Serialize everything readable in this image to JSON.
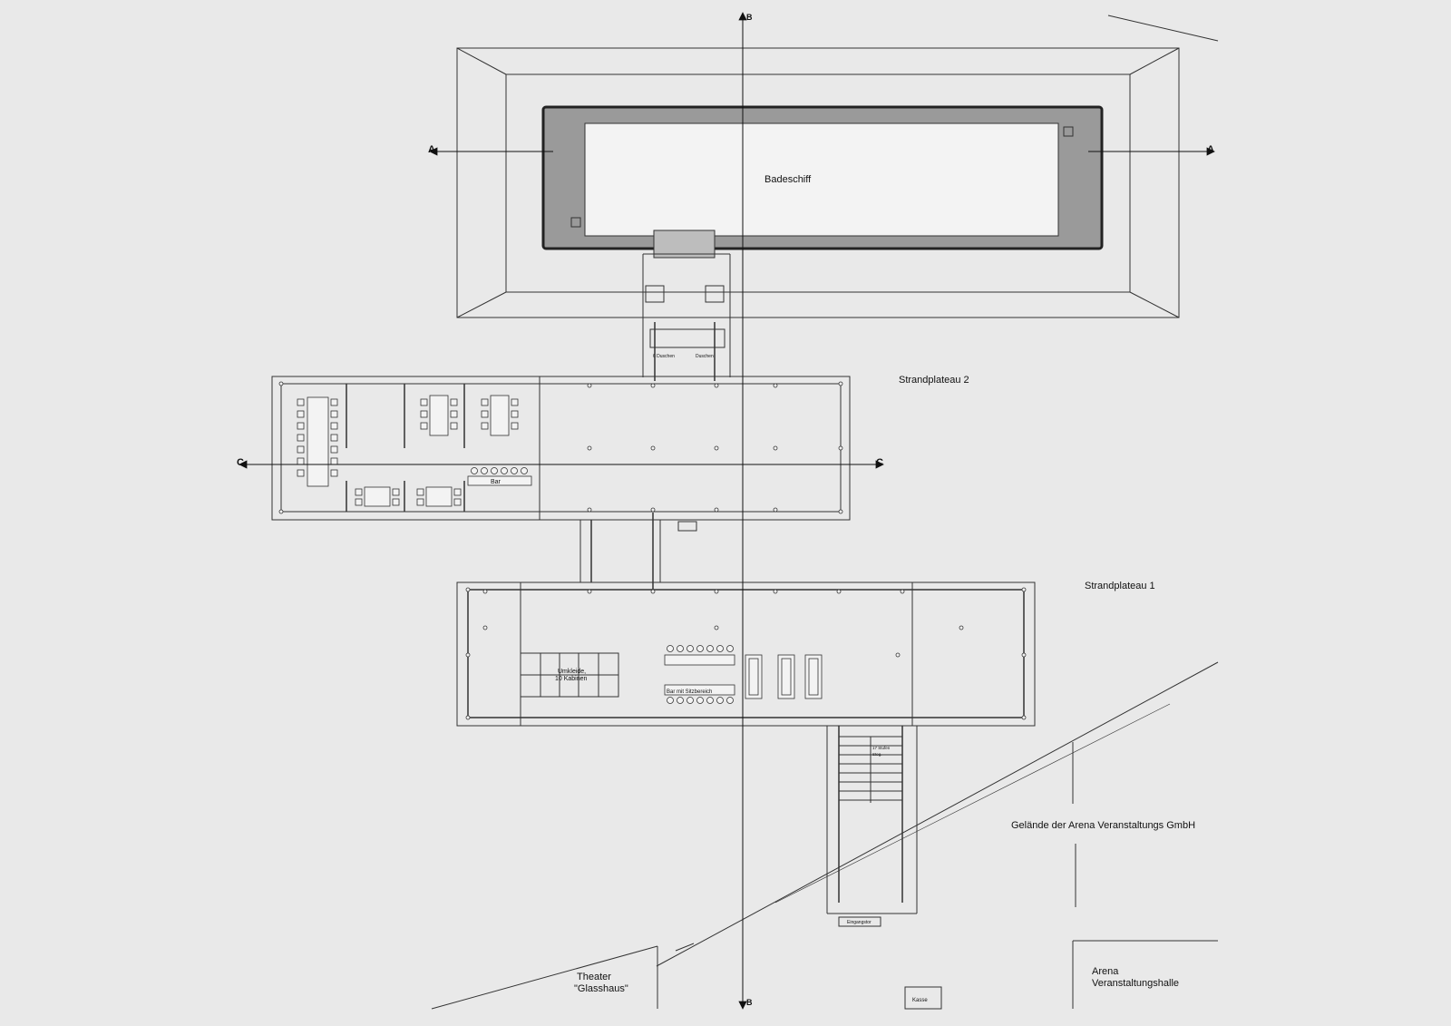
{
  "labels": {
    "badeschiff": "Badeschiff",
    "strandplateau2": "Strandplateau 2",
    "strandplateau1": "Strandplateau 1",
    "bar": "Bar",
    "bar_sitzbereich": "Bar mit Sitzbereich",
    "umkleide_line1": "Umkleide,",
    "umkleide_line2": "10 Kabinen",
    "duschen_left": "6 Duschen",
    "duschen_right": "Duschen",
    "treppe_line1": "17 Stufen",
    "treppe_line2": "Steg.",
    "gelaende": "Gelände der Arena Veranstaltungs GmbH",
    "arena_line1": "Arena",
    "arena_line2": "Veranstaltungshalle",
    "theater_line1": "Theater",
    "theater_line2": "\"Glasshaus\"",
    "kasse": "Kasse",
    "eingangstor": "Eingangstor"
  },
  "section_markers": {
    "a": "A",
    "b": "B",
    "c": "C"
  },
  "colors": {
    "background": "#e9e9e9",
    "line": "#222222",
    "deck": "#9a9a9a",
    "water": "#f3f3f3"
  }
}
